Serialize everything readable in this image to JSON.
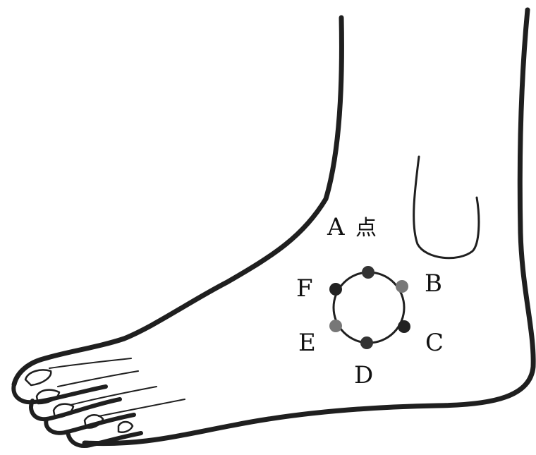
{
  "diagram": {
    "point_title": {
      "letter": "A",
      "char": "点"
    },
    "ring_labels": {
      "b": "B",
      "c": "C",
      "d": "D",
      "e": "E",
      "f": "F"
    }
  }
}
